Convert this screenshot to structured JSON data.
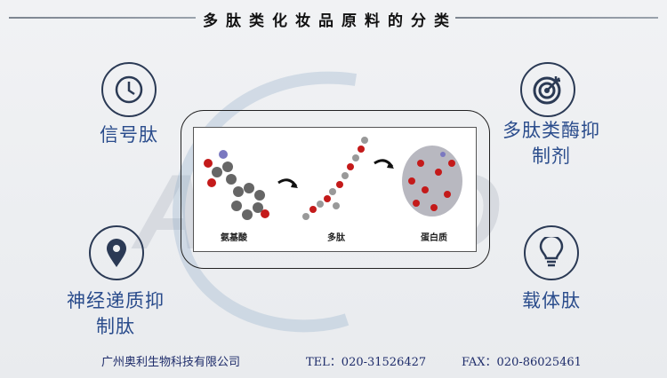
{
  "title": "多肽类化妆品原料的分类",
  "watermark": "ALBIO",
  "categories": [
    {
      "label_lines": [
        "信号肽"
      ],
      "icon": "clock-icon"
    },
    {
      "label_lines": [
        "多肽类酶抑",
        "制剂"
      ],
      "icon": "target-icon"
    },
    {
      "label_lines": [
        "神经递质抑",
        "制肽"
      ],
      "icon": "location-pin-icon"
    },
    {
      "label_lines": [
        "载体肽"
      ],
      "icon": "lightbulb-icon"
    }
  ],
  "diagram": {
    "captions": [
      "氨基酸",
      "多肽",
      "蛋白质"
    ]
  },
  "footer": {
    "company": "广州奥利生物科技有限公司",
    "tel": "TEL：020-31526427",
    "fax": "FAX：020-86025461"
  },
  "colors": {
    "label": "#2a4c8c",
    "icon": "#2b3a55"
  }
}
